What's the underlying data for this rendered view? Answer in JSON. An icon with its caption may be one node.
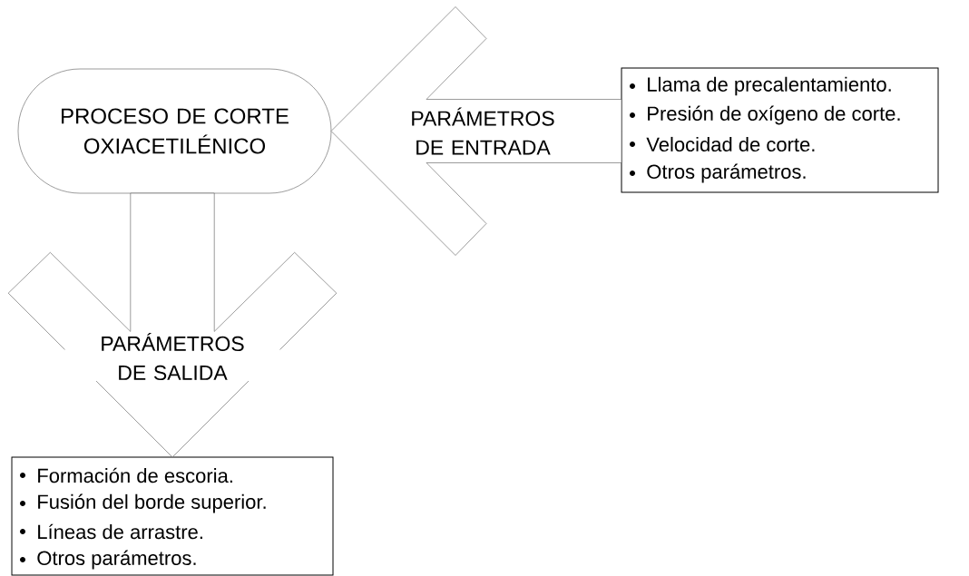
{
  "diagram": {
    "nodes": [
      {
        "text": [
          "PROCESO DE CORTE OXIACETILÉNICO"
        ]
      },
      {
        "text": [
          "Llama de precalentamiento.",
          "Presión de oxígeno de corte.",
          "Velocidad de corte.",
          "Otros parámetros."
        ]
      },
      {
        "text": [
          "Formación de escoria.",
          "Fusión del borde superior.",
          "Líneas de arrastre.",
          "Otros parámetros."
        ]
      }
    ],
    "edges": [
      {
        "from": 1,
        "to": 0,
        "arrow": "to",
        "label": "PARÁMETROS DE ENTRADA",
        "style": "thick"
      },
      {
        "from": 0,
        "to": 2,
        "arrow": "to",
        "label": "PARÁMETROS DE SALIDA",
        "style": "thick"
      }
    ]
  }
}
